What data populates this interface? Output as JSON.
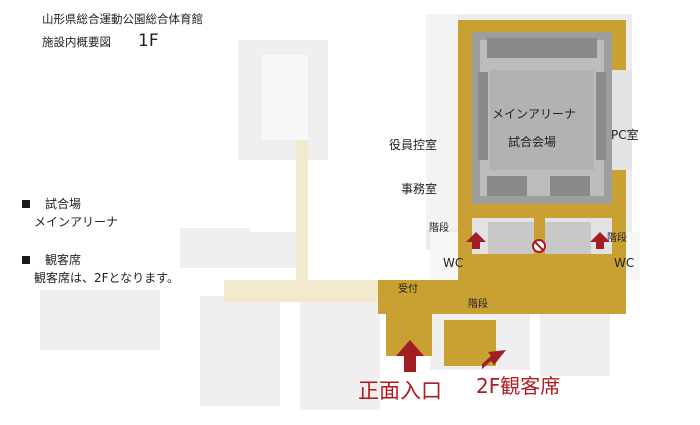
{
  "header": {
    "title": "山形県総合運動公園総合体育館",
    "subtitle": "施設内概要図",
    "floor": "1F"
  },
  "legend": {
    "items": [
      {
        "heading": "試合場",
        "detail": "メインアリーナ"
      },
      {
        "heading": "観客席",
        "detail": "観客席は、2Fとなります。"
      }
    ]
  },
  "rooms": {
    "main_arena_line1": "メインアリーナ",
    "main_arena_line2": "試合会場",
    "pc_room": "PC室",
    "officials_room": "役員控室",
    "office": "事務室",
    "stairs_left": "階段",
    "stairs_right": "階段",
    "stairs_bottom": "階段",
    "wc_left": "WC",
    "wc_right": "WC",
    "reception": "受付"
  },
  "entrances": {
    "main_entrance": "正面入口",
    "spectator_2f": "2F観客席"
  },
  "colors": {
    "accent_gold": "#c9a032",
    "arrow_red": "#a31e22",
    "building_gray": "#e6e6e6",
    "beige_path": "#f1e6c9"
  },
  "icons": {
    "no_entry": "no-entry-icon",
    "arrow": "arrow-icon"
  }
}
